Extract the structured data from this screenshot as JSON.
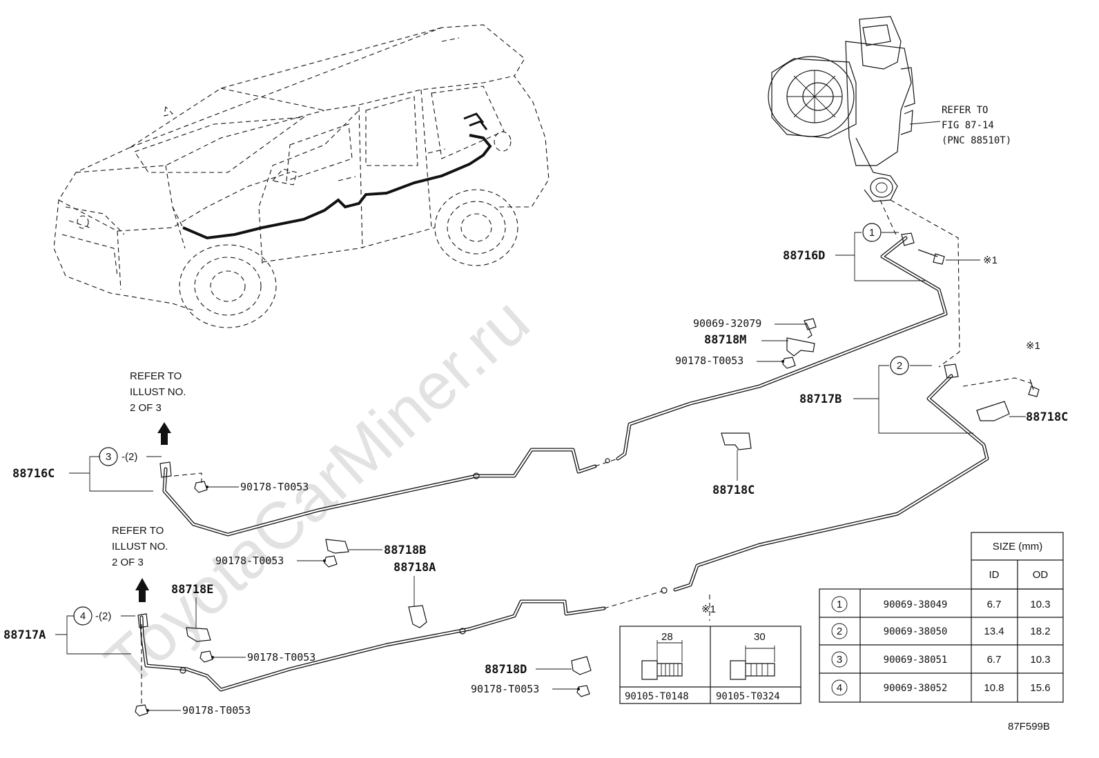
{
  "watermark": "ToyotaCarMiner.ru",
  "figure_code": "87F599B",
  "refer_fig": [
    "REFER TO",
    "FIG 87-14",
    "(PNC 88510T)"
  ],
  "refer_illust_1": [
    "REFER TO",
    "ILLUST NO.",
    "2 OF 3"
  ],
  "refer_illust_2": [
    "REFER TO",
    "ILLUST NO.",
    "2 OF 3"
  ],
  "callout_numbers": [
    "1",
    "2",
    "3",
    "4"
  ],
  "qty_3": "-(2)",
  "qty_4": "-(2)",
  "note_mark": "※1",
  "parts": {
    "p88716D": "88716D",
    "p88717B": "88717B",
    "p88716C": "88716C",
    "p88717A": "88717A",
    "p88718M": "88718M",
    "p88718C_a": "88718C",
    "p88718C_b": "88718C",
    "p88718B": "88718B",
    "p88718A": "88718A",
    "p88718E": "88718E",
    "p88718D": "88718D",
    "b90069_32079": "90069-32079",
    "n_a": "90178-T0053",
    "n_b": "90178-T0053",
    "n_c": "90178-T0053",
    "n_d": "90178-T0053",
    "n_e": "90178-T0053",
    "n_f": "90178-T0053"
  },
  "bolt_box": {
    "left_dim": "28",
    "right_dim": "30",
    "left_pn": "90105-T0148",
    "right_pn": "90105-T0324"
  },
  "size_table": {
    "header": "SIZE (mm)",
    "col_id": "ID",
    "col_od": "OD",
    "rows": [
      {
        "no": "1",
        "part": "90069-38049",
        "id": "6.7",
        "od": "10.3"
      },
      {
        "no": "2",
        "part": "90069-38050",
        "id": "13.4",
        "od": "18.2"
      },
      {
        "no": "3",
        "part": "90069-38051",
        "id": "6.7",
        "od": "10.3"
      },
      {
        "no": "4",
        "part": "90069-38052",
        "id": "10.8",
        "od": "15.6"
      }
    ]
  }
}
